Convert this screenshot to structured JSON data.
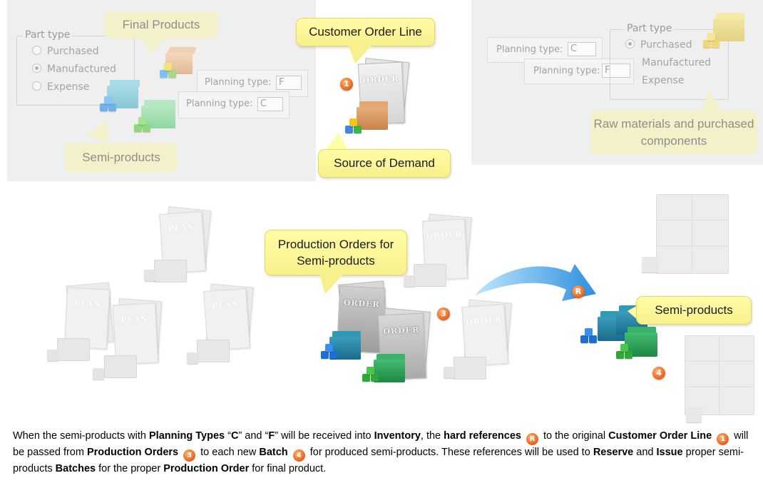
{
  "left_panel": {
    "part_type": {
      "legend": "Part type",
      "options": [
        "Purchased",
        "Manufactured",
        "Expense"
      ],
      "selected": "Manufactured"
    },
    "callout_final": "Final Products",
    "callout_semi": "Semi-products",
    "planning_f": {
      "label": "Planning type:",
      "value": "F"
    },
    "planning_c": {
      "label": "Planning type:",
      "value": "C"
    }
  },
  "center_top": {
    "callout_order_line": "Customer Order Line",
    "callout_source": "Source of Demand",
    "badge": "1",
    "doc_label": "ORDER"
  },
  "right_panel": {
    "part_type": {
      "legend": "Part type",
      "options": [
        "Purchased",
        "Manufactured",
        "Expense"
      ],
      "selected": "Purchased"
    },
    "planning_c": {
      "label": "Planning type:",
      "value": "C"
    },
    "planning_f": {
      "label": "Planning type:",
      "value": "F"
    },
    "callout_raw": "Raw materials and purchased components"
  },
  "lower": {
    "plan_label": "PLAN",
    "order_label": "ORDER",
    "callout_production": "Production Orders for Semi-products",
    "callout_semi": "Semi-products",
    "badge_3": "3",
    "badge_4": "4",
    "badge_r": "R"
  },
  "paragraph": {
    "t1": "When the semi-products with ",
    "b1": "Planning Types",
    "t2": " “",
    "b2": "C",
    "t3": "” and “",
    "b3": "F",
    "t4": "” will be received into ",
    "b4": "Inventory",
    "t5": ", the ",
    "b5": "hard references",
    "badge_r": "R",
    "t6": " to the original ",
    "b6": "Customer Order Line",
    "badge_1": "1",
    "t7": " will be passed from ",
    "b7": "Production Orders",
    "badge_3": "3",
    "t8": " to each new ",
    "b8": "Batch",
    "badge_4": "4",
    "t9": " for produced semi-products.  These references will be used to ",
    "b9": "Reserve",
    "t10": " and ",
    "b10": "Issue",
    "t11": " proper semi-products ",
    "b11": "Batches",
    "t12": " for the proper ",
    "b12": "Production Order",
    "t13": " for final product."
  },
  "colors": {
    "callout_bright": "#fffda8",
    "callout_faded": "#f3f1c9",
    "badge_orange": "#e9661c",
    "panel_gray": "#efefef",
    "arrow_blue": "#3aa0e8"
  }
}
